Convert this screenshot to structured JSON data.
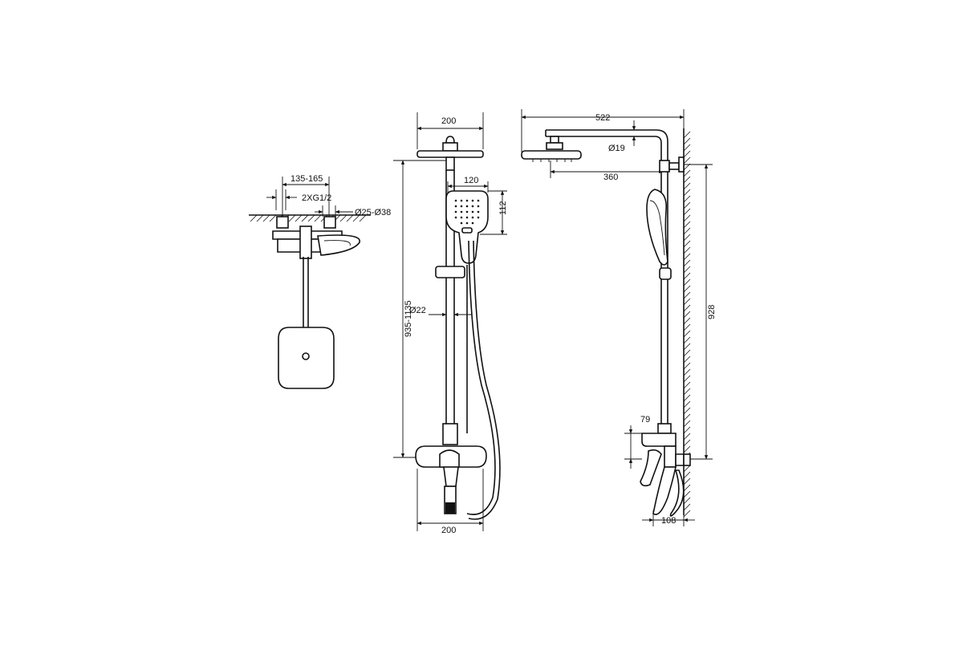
{
  "colors": {
    "line": "#111111",
    "background": "#ffffff"
  },
  "top_view": {
    "dim_spacing": "135-165",
    "dim_connection": "2XG1/2",
    "dim_pipe_diameter": "Ø25-Ø38"
  },
  "front_view": {
    "dim_overhead_width": "200",
    "dim_hand_shower_width": "120",
    "dim_hand_shower_height": "112",
    "dim_height_range": "935-1135",
    "dim_rail_diameter": "Ø22",
    "dim_mixer_width": "200"
  },
  "side_view": {
    "dim_arm_length": "522",
    "dim_arm_diameter": "Ø19",
    "dim_arm_reach": "360",
    "dim_total_height": "928",
    "dim_mixer_height": "79",
    "dim_mixer_depth": "108"
  }
}
